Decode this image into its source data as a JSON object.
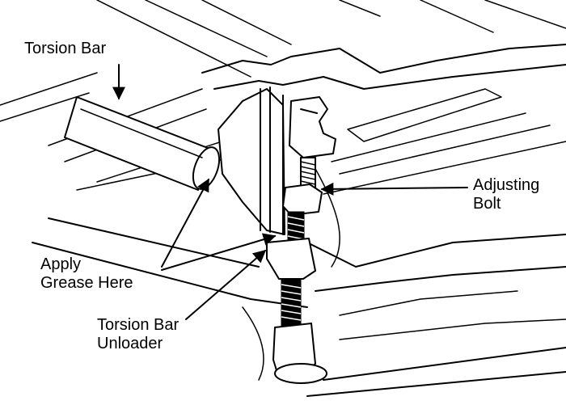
{
  "labels": {
    "torsion_bar": "Torsion Bar",
    "adjusting_bolt_line1": "Adjusting",
    "adjusting_bolt_line2": "Bolt",
    "apply_grease_line1": "Apply",
    "apply_grease_line2": "Grease Here",
    "unloader_line1": "Torsion Bar",
    "unloader_line2": "Unloader"
  }
}
